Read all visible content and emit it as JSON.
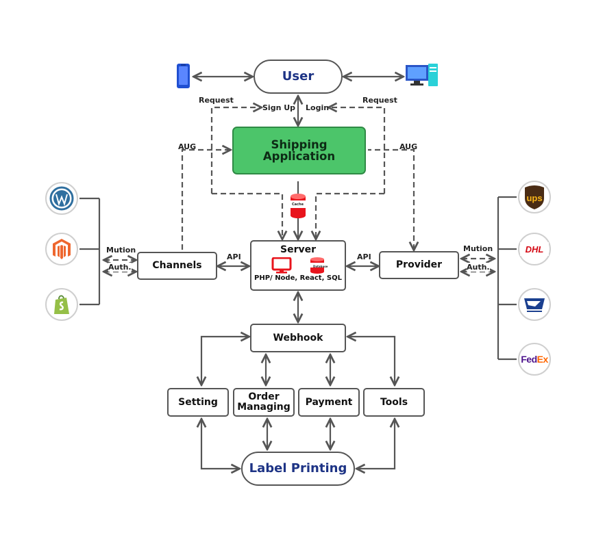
{
  "nodes": {
    "user": "User",
    "shipping_app": "Shipping Application",
    "server": "Server",
    "server_sub": "PHP/ Node, React, SQL",
    "channels": "Channels",
    "provider": "Provider",
    "webhook": "Webhook",
    "setting": "Setting",
    "order_managing": "Order Managing",
    "payment": "Payment",
    "tools": "Tools",
    "label_printing": "Label Printing"
  },
  "edge_labels": {
    "request_left": "Request",
    "request_right": "Request",
    "sign_up": "Sign Up",
    "login": "Login",
    "aug_left": "AUG",
    "aug_right": "AUG",
    "api_left": "API",
    "api_right": "API",
    "mution_left": "Mution",
    "auth_left": "Auth.",
    "mution_right": "Mution",
    "auth_right": "Auth.",
    "cache": "Cache",
    "database": "Database"
  },
  "logos": {
    "ups": "ups",
    "dhl": "DHL",
    "fedex_fed": "Fed",
    "fedex_ex": "Ex"
  },
  "colors": {
    "app_green": "#4cc56a",
    "user_blue": "#1d3385",
    "line_gray": "#555555",
    "server_red": "#e8141c"
  }
}
